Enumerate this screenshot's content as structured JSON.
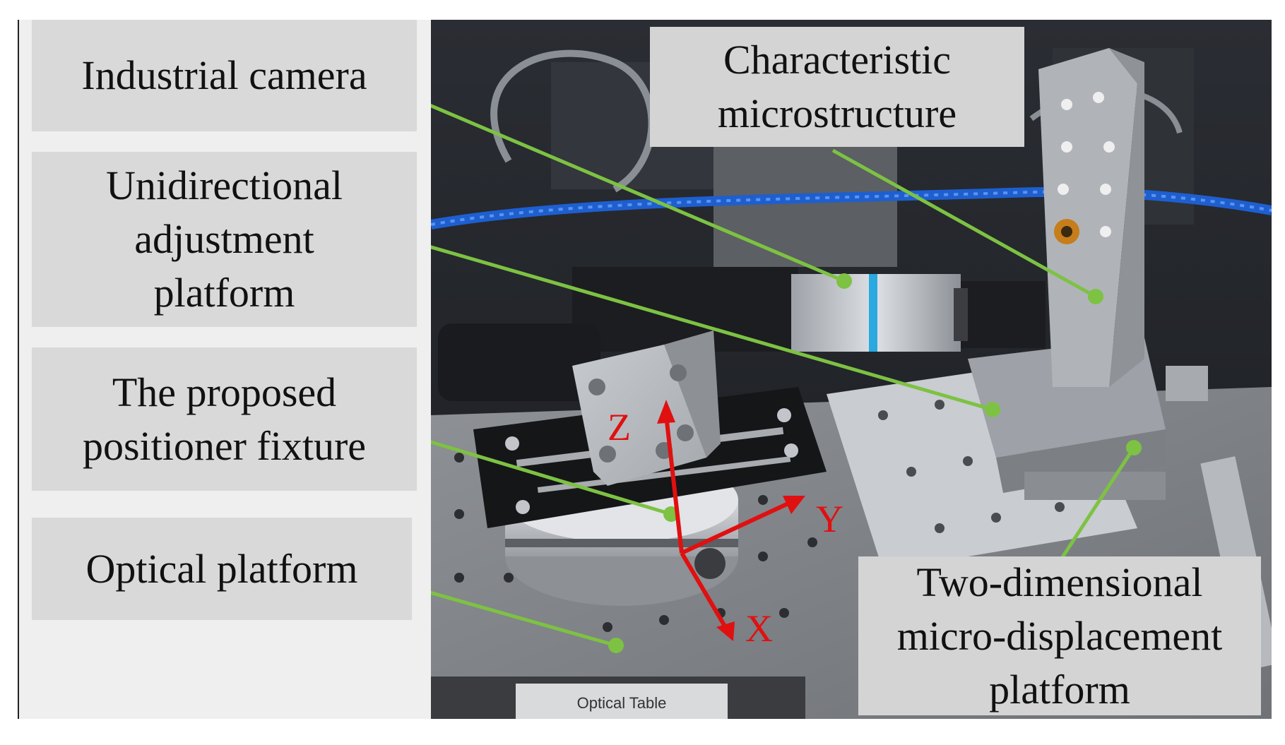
{
  "labels": {
    "industrial_camera": "Industrial camera",
    "unidirectional_platform": "Unidirectional\nadjustment\nplatform",
    "positioner_fixture": "The proposed\npositioner fixture",
    "optical_platform": "Optical platform",
    "characteristic_microstructure": "Characteristic\nmicrostructure",
    "two_dim_platform": "Two-dimensional\nmicro-displacement\nplatform"
  },
  "axes": {
    "z": "Z",
    "y": "Y",
    "x": "X"
  },
  "table_plate_text": "Optical Table",
  "colors": {
    "leader_line": "#7dc243",
    "axis_arrow": "#e01010",
    "label_bg": "#d9d9d9",
    "panel_bg": "#efefef"
  }
}
